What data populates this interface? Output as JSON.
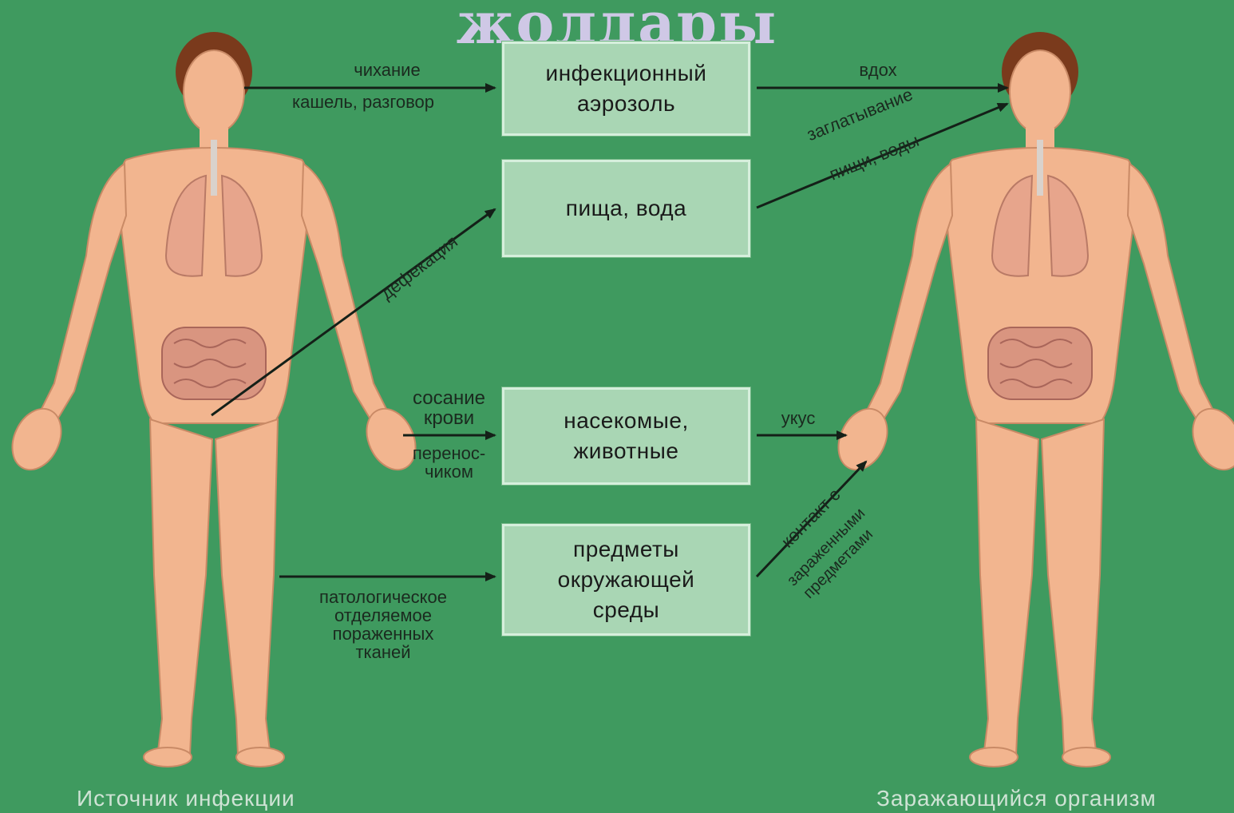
{
  "title": "жолдары",
  "boxes": {
    "aerosol": "инфекционный\nаэрозоль",
    "food": "пища, вода",
    "insects": "насекомые,\nживотные",
    "objects": "предметы\nокружающей\nсреды"
  },
  "labels": {
    "sneeze": "чихание",
    "cough": "кашель, разговор",
    "inhale": "вдох",
    "swallow1": "заглатывание",
    "swallow2": "пищи, воды",
    "defecation": "дефекация",
    "blood": "сосание\nкрови",
    "carrier": "перенос-\nчиком",
    "bite": "укус",
    "contact1": "контакт с",
    "contact2": "зараженными",
    "contact3": "предметами",
    "pathological": "патологическое\nотделяемое\nпораженных\nтканей"
  },
  "captions": {
    "source": "Источник инфекции",
    "recipient": "Заражающийся организм"
  },
  "colors": {
    "background": "#3f9a5f",
    "skin": "#f2b58f",
    "box": "#a9d6b4",
    "title": "#cfc8e6"
  }
}
